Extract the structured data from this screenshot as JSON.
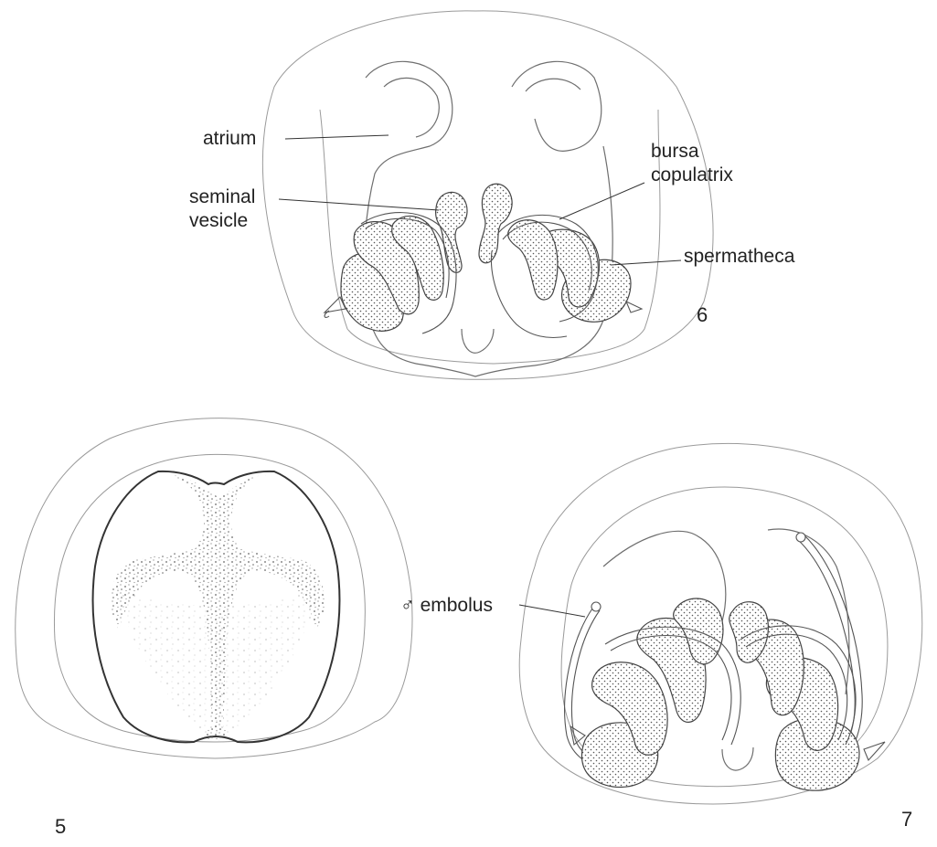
{
  "figures": [
    {
      "number": "6",
      "labels": {
        "atrium": "atrium",
        "seminal_vesicle_line1": "seminal",
        "seminal_vesicle_line2": "vesicle",
        "bursa_copulatrix_line1": "bursa",
        "bursa_copulatrix_line2": "copulatrix",
        "spermatheca": "spermatheca"
      }
    },
    {
      "number": "5"
    },
    {
      "number": "7",
      "labels": {
        "embolus": "♂ embolus"
      }
    }
  ]
}
